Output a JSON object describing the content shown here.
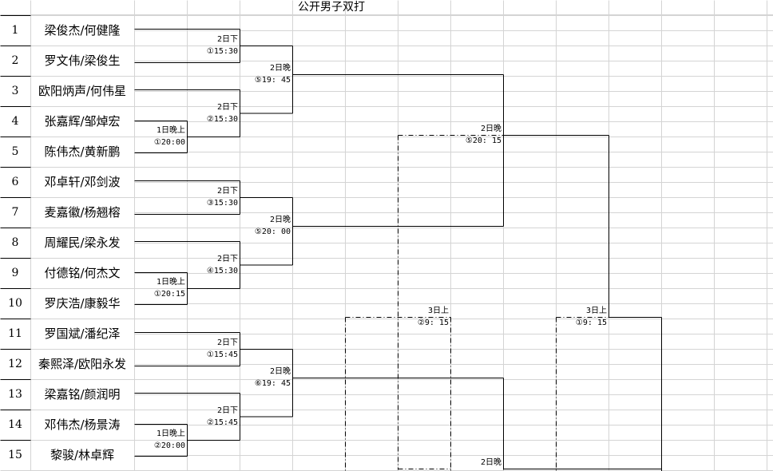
{
  "title": "公开男子双打",
  "rows": [
    {
      "num": "1",
      "pair": "梁俊杰/何健隆"
    },
    {
      "num": "2",
      "pair": "罗文伟/梁俊生"
    },
    {
      "num": "3",
      "pair": "欧阳炳声/何伟星"
    },
    {
      "num": "4",
      "pair": "张嘉辉/邹焯宏"
    },
    {
      "num": "5",
      "pair": "陈伟杰/黄新鹏"
    },
    {
      "num": "6",
      "pair": "邓卓轩/邓剑波"
    },
    {
      "num": "7",
      "pair": "麦嘉徽/杨翘榕"
    },
    {
      "num": "8",
      "pair": "周耀民/梁永发"
    },
    {
      "num": "9",
      "pair": "付德铭/何杰文"
    },
    {
      "num": "10",
      "pair": "罗庆浩/康毅华"
    },
    {
      "num": "11",
      "pair": "罗国斌/潘纪泽"
    },
    {
      "num": "12",
      "pair": "秦熙泽/欧阳永发"
    },
    {
      "num": "13",
      "pair": "梁嘉铭/颜润明"
    },
    {
      "num": "14",
      "pair": "邓伟杰/杨景涛"
    },
    {
      "num": "15",
      "pair": "黎骏/林卓辉"
    }
  ],
  "matches": {
    "r1_4_5": {
      "day": "1日晚上",
      "time": "①20:00"
    },
    "r1_9_10": {
      "day": "1日晚上",
      "time": "①20:15"
    },
    "r1_14_15": {
      "day": "1日晚上",
      "time": "②20:00"
    },
    "r2_1_2": {
      "day": "2日下",
      "time": "①15:30"
    },
    "r2_3_4": {
      "day": "2日下",
      "time": "②15:30"
    },
    "r2_6_7": {
      "day": "2日下",
      "time": "③15:30"
    },
    "r2_8_9": {
      "day": "2日下",
      "time": "④15:30"
    },
    "r2_11_12": {
      "day": "2日下",
      "time": "①15:45"
    },
    "r2_13_14": {
      "day": "2日下",
      "time": "②15:45"
    },
    "qf_a": {
      "day": "2日晚",
      "time": "⑤19: 45"
    },
    "qf_b": {
      "day": "2日晚",
      "time": "⑤20: 00"
    },
    "qf_c": {
      "day": "2日晚",
      "time": "⑥19: 45"
    },
    "sf_top": {
      "day": "2日晚",
      "time": "⑤20: 15"
    },
    "sf_bottom": {
      "day": "2日晚",
      "time": ""
    },
    "third": {
      "day": "3日上",
      "time": "②9: 15"
    },
    "final": {
      "day": "3日上",
      "time": "①9: 15"
    }
  }
}
